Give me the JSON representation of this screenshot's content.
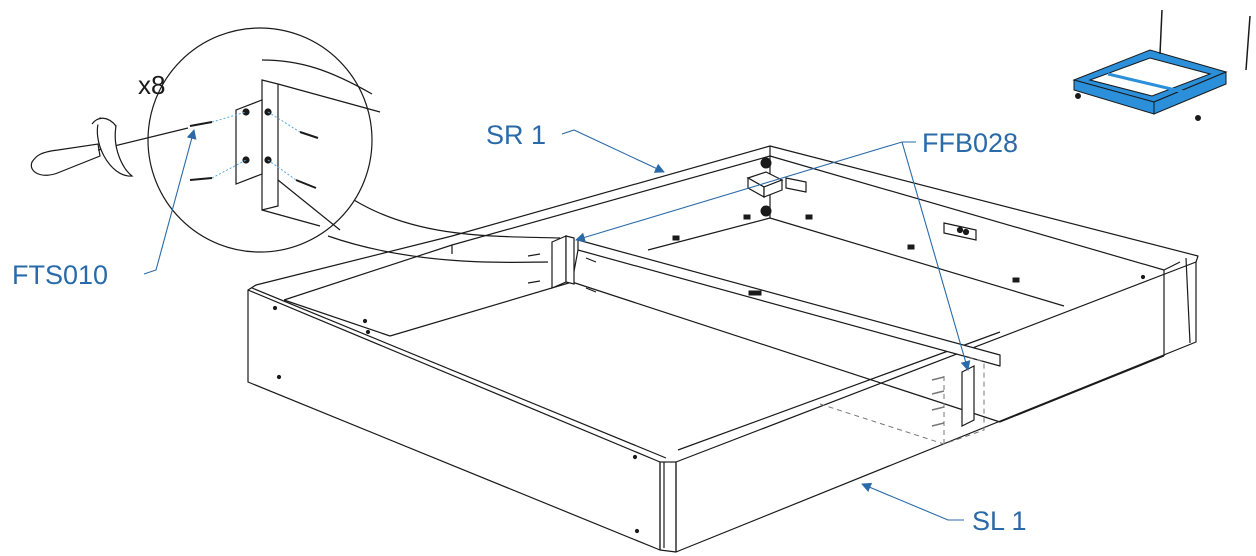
{
  "diagram": {
    "quantity_label": "x8",
    "labels": {
      "sr1": "SR 1",
      "ffb028": "FFB028",
      "fts010": "FTS010",
      "sl1": "SL 1"
    },
    "colors": {
      "label": "#2a6aa8",
      "line": "#1a1a1a",
      "frame_accent": "#2b8fd9",
      "guide": "#5aa9e0"
    }
  }
}
